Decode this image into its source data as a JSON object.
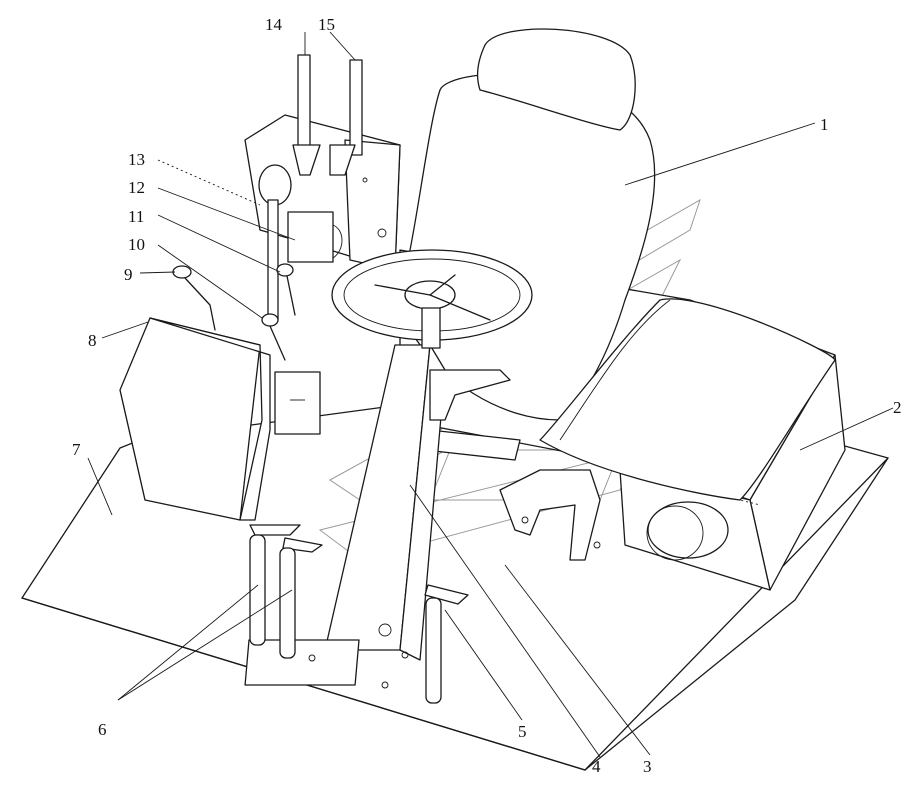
{
  "callouts": [
    {
      "id": "1",
      "label": "1"
    },
    {
      "id": "2",
      "label": "2"
    },
    {
      "id": "3",
      "label": "3"
    },
    {
      "id": "4",
      "label": "4"
    },
    {
      "id": "5",
      "label": "5"
    },
    {
      "id": "6",
      "label": "6"
    },
    {
      "id": "7",
      "label": "7"
    },
    {
      "id": "8",
      "label": "8"
    },
    {
      "id": "9",
      "label": "9"
    },
    {
      "id": "10",
      "label": "10"
    },
    {
      "id": "11",
      "label": "11"
    },
    {
      "id": "12",
      "label": "12"
    },
    {
      "id": "13",
      "label": "13"
    },
    {
      "id": "14",
      "label": "14"
    },
    {
      "id": "15",
      "label": "15"
    }
  ],
  "colors": {
    "line": "#1a1a1a",
    "background": "#ffffff",
    "watermark": "#9a9a9a"
  }
}
